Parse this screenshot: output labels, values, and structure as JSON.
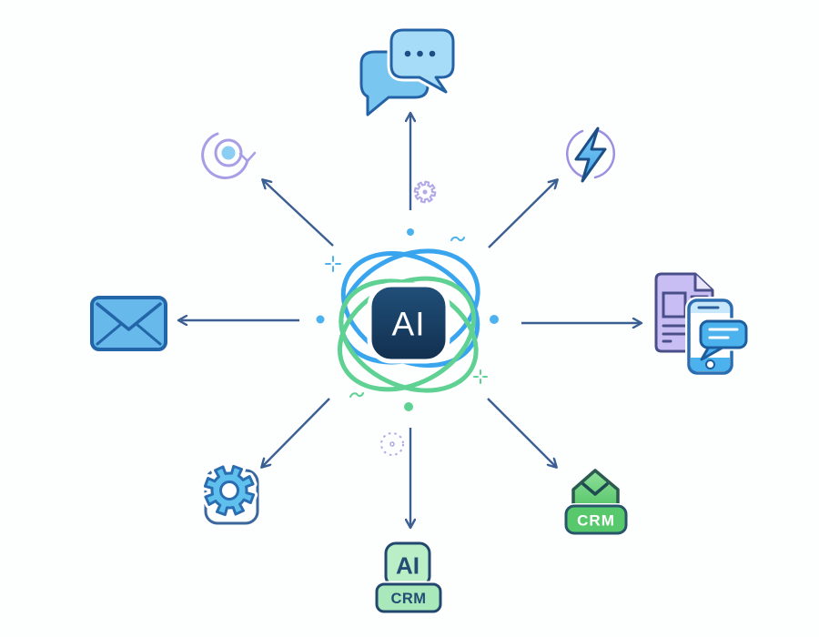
{
  "center": {
    "label": "AI",
    "icon": "ai-atom-icon"
  },
  "nodes": {
    "chat": {
      "icon": "chat-bubbles-icon",
      "position": "top"
    },
    "lightning": {
      "icon": "lightning-bolt-icon",
      "position": "top-right"
    },
    "document_phone": {
      "icon": "document-phone-message-icon",
      "position": "right"
    },
    "crm_house": {
      "icon": "crm-home-icon",
      "position": "bottom-right",
      "label": "CRM"
    },
    "ai_crm": {
      "icon": "ai-crm-badge-icon",
      "position": "bottom",
      "label_ai": "AI",
      "label_crm": "CRM"
    },
    "settings": {
      "icon": "gear-icon",
      "position": "bottom-left"
    },
    "email": {
      "icon": "envelope-icon",
      "position": "left"
    },
    "sync": {
      "icon": "sync-target-icon",
      "position": "top-left"
    }
  },
  "colors": {
    "arrow": "#3b5f92",
    "atom_blue": "#3aa5ef",
    "atom_green": "#5ed193",
    "ai_square_top": "#20507a",
    "ai_square_bottom": "#122f4e",
    "icon_blue": "#5fc0ee",
    "icon_blue_outline": "#2a6db0",
    "navy": "#1d4e86",
    "lavender": "#a89ee6",
    "doc_purple": "#c9bef3",
    "doc_outline": "#4a4f8a",
    "green": "#57c96c",
    "green_light": "#b9eec6",
    "house_outline": "#2c5a50",
    "badge_outline": "#27566b",
    "small_badge_outline": "#22486e",
    "text_navy": "#234d74"
  }
}
